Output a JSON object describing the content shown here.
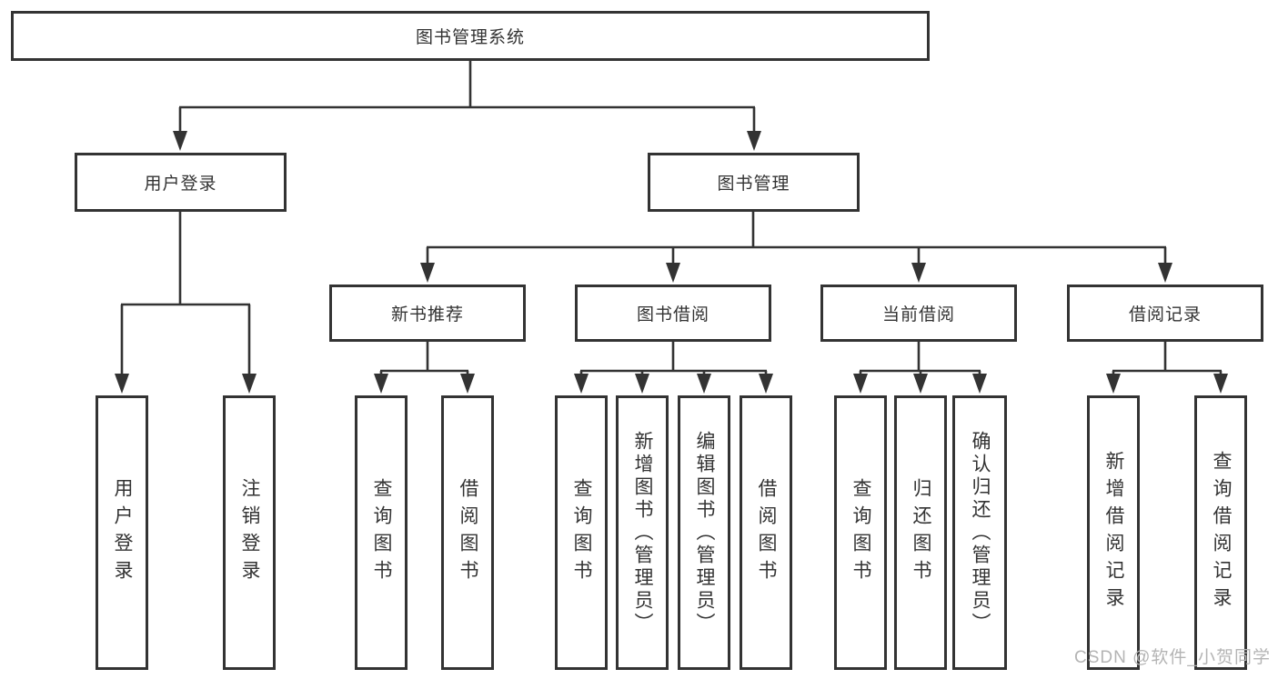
{
  "title": "图书管理系统",
  "nodes": {
    "root": {
      "label": "图书管理系统"
    },
    "level2": [
      {
        "label": "用户登录"
      },
      {
        "label": "图书管理"
      }
    ],
    "level3": [
      {
        "label": "新书推荐",
        "parent": "图书管理"
      },
      {
        "label": "图书借阅",
        "parent": "图书管理"
      },
      {
        "label": "当前借阅",
        "parent": "图书管理"
      },
      {
        "label": "借阅记录",
        "parent": "图书管理"
      }
    ],
    "leaves": [
      {
        "label": "用户登录",
        "parent": "用户登录"
      },
      {
        "label": "注销登录",
        "parent": "用户登录"
      },
      {
        "label": "查询图书",
        "parent": "新书推荐"
      },
      {
        "label": "借阅图书",
        "parent": "新书推荐"
      },
      {
        "label": "查询图书",
        "parent": "图书借阅"
      },
      {
        "label": "新增图书（管理员）",
        "parent": "图书借阅"
      },
      {
        "label": "编辑图书（管理员）",
        "parent": "图书借阅"
      },
      {
        "label": "借阅图书",
        "parent": "图书借阅"
      },
      {
        "label": "查询图书",
        "parent": "当前借阅"
      },
      {
        "label": "归还图书",
        "parent": "当前借阅"
      },
      {
        "label": "确认归还（管理员）",
        "parent": "当前借阅"
      },
      {
        "label": "新增借阅记录",
        "parent": "借阅记录"
      },
      {
        "label": "查询借阅记录",
        "parent": "借阅记录"
      }
    ]
  },
  "watermark": "CSDN @软件_小贺同学",
  "colors": {
    "line": "#333333",
    "text": "#333333",
    "watermark": "#b4b4b4",
    "background": "#ffffff"
  }
}
